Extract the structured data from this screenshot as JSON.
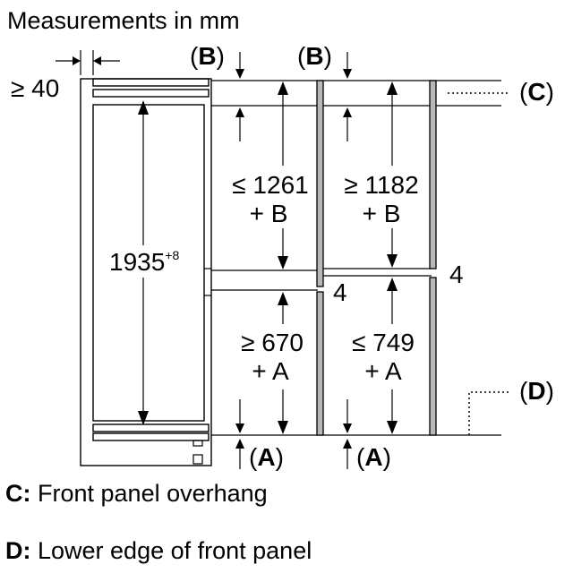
{
  "title": "Measurements in mm",
  "labels": {
    "b": "B",
    "c": "C",
    "d": "D",
    "a": "A",
    "side_gap": "≥ 40"
  },
  "dimensions": {
    "height_main": "1935",
    "height_main_sup": "+8",
    "upper_left_value": "≤ 1261",
    "upper_left_suffix": "+ B",
    "upper_right_value": "≥ 1182",
    "upper_right_suffix": "+ B",
    "lower_left_value": "≥ 670",
    "lower_left_suffix": "+ A",
    "lower_right_value": "≤ 749",
    "lower_right_suffix": "+ A",
    "gap_left": "4",
    "gap_right": "4"
  },
  "legend": [
    {
      "key": "C:",
      "text": " Front panel overhang"
    },
    {
      "key": "D:",
      "text": " Lower edge of front panel"
    }
  ]
}
